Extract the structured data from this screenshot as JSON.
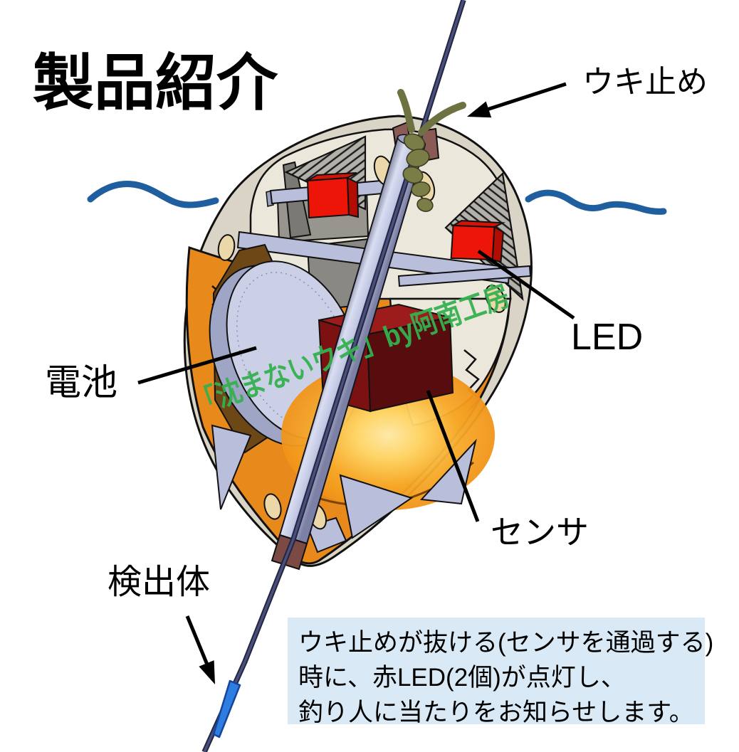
{
  "slide": {
    "title": "製品紹介",
    "watermark": "「沈まないウキ」by阿南工房"
  },
  "labels": {
    "float_stopper": "ウキ止め",
    "led": "LED",
    "battery": "電池",
    "sensor": "センサ",
    "detection_body": "検出体"
  },
  "info_box": {
    "lines": [
      "ウキ止めが抜ける(センサを通過する)",
      "時に、赤LED(2個)が点灯し、",
      "釣り人に当たりをお知らせします。"
    ]
  },
  "colors": {
    "shell_cream": "#d9d4c5",
    "inner_ivory": "#ebe8db",
    "body_orange": "#e8891b",
    "led_red": "#ec1507",
    "sensor_dark_red": "#7c1111",
    "battery_lavender": "#ccd0e7",
    "tube_lavender": "#c3c8e4",
    "line_navy": "#3a3e64",
    "bead_blue": "#2e7de0",
    "wave_blue": "#1f5f9f",
    "watermark_green": "#35b150",
    "knot_olive": "#7a7e46",
    "info_box_bg": "#d9eaf6",
    "label_text": "#000000"
  }
}
